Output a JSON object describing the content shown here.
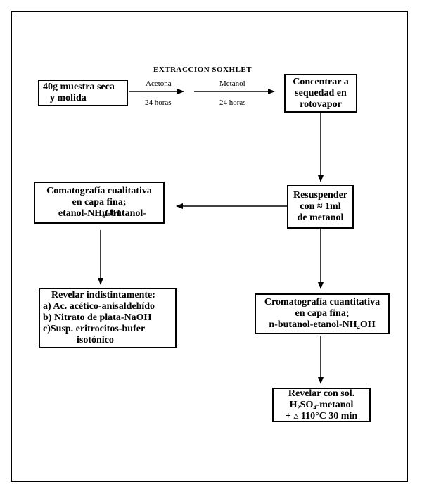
{
  "heading": "EXTRACCION SOXHLET",
  "solvents": [
    {
      "name": "Acetona",
      "time": "24 horas"
    },
    {
      "name": "Metanol",
      "time": "24 horas"
    }
  ],
  "boxes": {
    "sample": [
      "40g muestra seca",
      "y molida"
    ],
    "concentrate": [
      "Concentrar a",
      "sequedad en",
      "rotovapor"
    ],
    "resuspend": [
      "Resuspender",
      "con ≈ 1ml",
      "de metanol"
    ],
    "qualitative": [
      "Comatografía cualitativa",
      "en capa fina;",
      "etanol-NH₄OH"
    ],
    "qualitative_overlap": "n-butanol-",
    "reveal_indistinct": [
      "Revelar indistintamente:",
      "a) Ac. acético-anisaldehído",
      "b) Nitrato de plata-NaOH",
      "c)Susp. eritrocitos-bufer",
      "isotónico"
    ],
    "quantitative": [
      "Cromatografía cuantitativa",
      "en capa fina;",
      "n-butanol-etanol-NH₄OH"
    ],
    "reveal_sol": [
      "Revelar con sol.",
      "H₂SO₄-metanol",
      "+ ▵ 110°C 30 min"
    ]
  }
}
